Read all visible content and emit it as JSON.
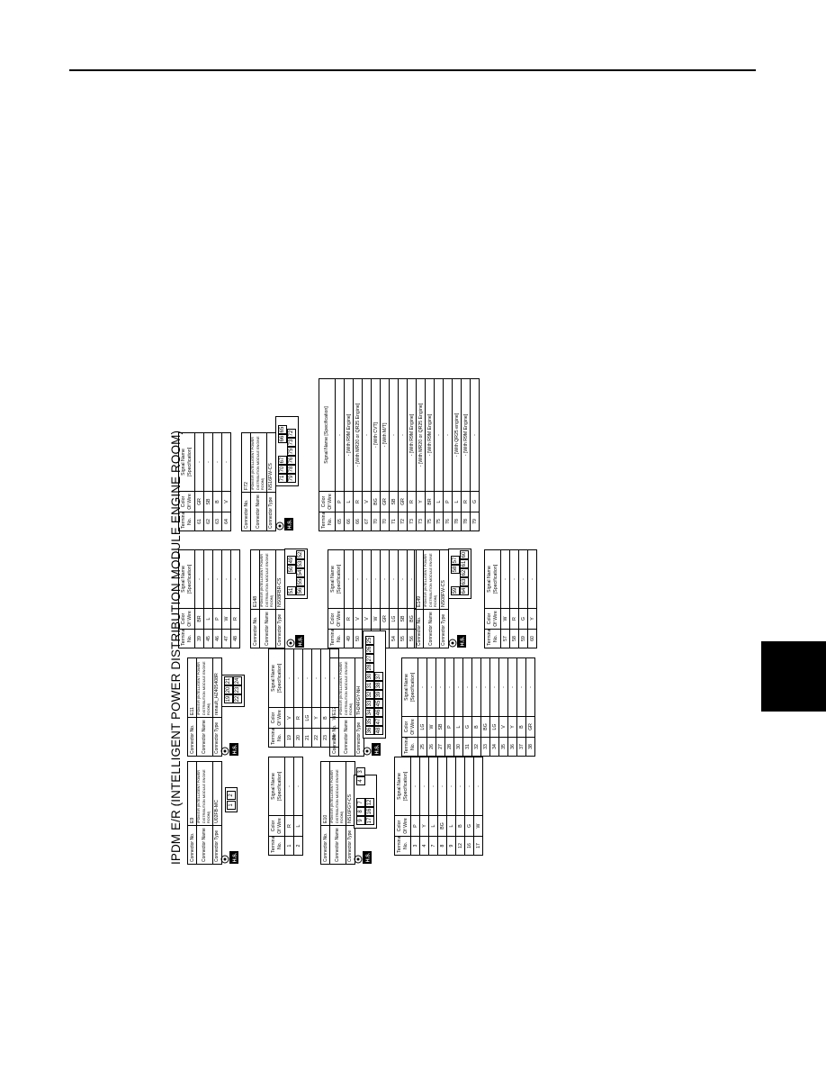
{
  "page": {
    "title": "IPDM E/R (INTELLIGENT POWER DISTRIBUTION MODULE ENGINE ROOM)"
  },
  "labels": {
    "connector_no": "Connector No.",
    "connector_name": "Connector Name",
    "connector_type": "Connector Type",
    "terminal_no": "Terminal No.",
    "color_of_wire": "Color Of Wire",
    "signal_name": "Signal Name [Specification]",
    "hs_badge": "H.S."
  },
  "connectors": {
    "e9": {
      "no": "E9",
      "name": "IPDM E/R (INTELLIGENT POWER DISTRIBUTION MODULE ENGINE ROOM)",
      "type": "U02FB-MC",
      "rows": [
        {
          "t": "1",
          "c": "R",
          "s": "-"
        },
        {
          "t": "2",
          "c": "L",
          "s": "-"
        }
      ]
    },
    "e10": {
      "no": "E10",
      "name": "IPDM E/R (INTELLIGENT POWER DISTRIBUTION MODULE ENGINE ROOM)",
      "type": "NS16FGY-CS",
      "rows": [
        {
          "t": "3",
          "c": "P",
          "s": "-"
        },
        {
          "t": "4",
          "c": "Y",
          "s": "-"
        },
        {
          "t": "7",
          "c": "L",
          "s": "-"
        },
        {
          "t": "8",
          "c": "BG",
          "s": "-"
        },
        {
          "t": "9",
          "c": "L",
          "s": "-"
        },
        {
          "t": "12",
          "c": "B",
          "s": "-"
        },
        {
          "t": "16",
          "c": "G",
          "s": "-"
        },
        {
          "t": "17",
          "c": "W",
          "s": "-"
        }
      ]
    },
    "e11": {
      "no": "E11",
      "name": "IPDM E/R (INTELLIGENT POWER DISTRIBUTION MODULE ENGINE ROOM)",
      "type": "renault_HZ405408R",
      "rows": [
        {
          "t": "19",
          "c": "V",
          "s": "-"
        },
        {
          "t": "20",
          "c": "R",
          "s": "-"
        },
        {
          "t": "21",
          "c": "LG",
          "s": "-"
        },
        {
          "t": "22",
          "c": "Y",
          "s": "-"
        },
        {
          "t": "23",
          "c": "B",
          "s": "-"
        },
        {
          "t": "24",
          "c": "W",
          "s": "-"
        }
      ]
    },
    "e12": {
      "no": "E12",
      "name": "IPDM E/R (INTELLIGENT POWER DISTRIBUTION MODULE ENGINE ROOM)",
      "type": "TH24FGY-NH",
      "rows": [
        {
          "t": "25",
          "c": "LG",
          "s": "-"
        },
        {
          "t": "26",
          "c": "W",
          "s": "-"
        },
        {
          "t": "27",
          "c": "SB",
          "s": "-"
        },
        {
          "t": "28",
          "c": "P",
          "s": "-"
        },
        {
          "t": "30",
          "c": "L",
          "s": "-"
        },
        {
          "t": "31",
          "c": "G",
          "s": "-"
        },
        {
          "t": "32",
          "c": "B",
          "s": "-"
        },
        {
          "t": "33",
          "c": "BG",
          "s": "-"
        },
        {
          "t": "34",
          "c": "LG",
          "s": "-"
        },
        {
          "t": "35",
          "c": "V",
          "s": "-"
        },
        {
          "t": "36",
          "c": "Y",
          "s": "-"
        },
        {
          "t": "37",
          "c": "B",
          "s": "-"
        },
        {
          "t": "38",
          "c": "GR",
          "s": "-"
        }
      ],
      "rows_cont": [
        {
          "t": "39",
          "c": "BR",
          "s": "-"
        },
        {
          "t": "45",
          "c": "L",
          "s": "-"
        },
        {
          "t": "46",
          "c": "P",
          "s": "-"
        },
        {
          "t": "47",
          "c": "W",
          "s": "-"
        },
        {
          "t": "48",
          "c": "R",
          "s": "-"
        }
      ]
    },
    "e148": {
      "no": "E148",
      "name": "IPDM E/R (INTELLIGENT POWER DISTRIBUTION MODULE ENGINE ROOM)",
      "type": "NS08FBR-CS",
      "rows": [
        {
          "t": "49",
          "c": "R",
          "s": "-"
        },
        {
          "t": "50",
          "c": "V",
          "s": "-"
        },
        {
          "t": "51",
          "c": "V",
          "s": "-"
        },
        {
          "t": "52",
          "c": "W",
          "s": "-"
        },
        {
          "t": "53",
          "c": "GR",
          "s": "-"
        },
        {
          "t": "54",
          "c": "LG",
          "s": "-"
        },
        {
          "t": "55",
          "c": "SB",
          "s": "-"
        },
        {
          "t": "56",
          "c": "BG",
          "s": "-"
        }
      ]
    },
    "e149": {
      "no": "E149",
      "name": "IPDM E/R (INTELLIGENT POWER DISTRIBUTION MODULE ENGINE ROOM)",
      "type": "NS08FW-CS",
      "rows": [
        {
          "t": "57",
          "c": "W",
          "s": "-"
        },
        {
          "t": "58",
          "c": "R",
          "s": "-"
        },
        {
          "t": "59",
          "c": "G",
          "s": "-"
        },
        {
          "t": "60",
          "c": "Y",
          "s": "-"
        }
      ],
      "rows_cont": [
        {
          "t": "61",
          "c": "GR",
          "s": "-"
        },
        {
          "t": "62",
          "c": "SB",
          "s": "-"
        },
        {
          "t": "63",
          "c": "B",
          "s": "-"
        },
        {
          "t": "64",
          "c": "V",
          "s": "-"
        }
      ]
    },
    "f72": {
      "no": "F72",
      "name": "IPDM E/R (INTELLIGENT POWER DISTRIBUTION MODULE ENGINE ROOM)",
      "type": "NS16FW-CS",
      "rows": [
        {
          "t": "65",
          "c": "P",
          "s": "-"
        },
        {
          "t": "66",
          "c": "L",
          "s": "- [With R9M Engine]"
        },
        {
          "t": "66",
          "c": "R",
          "s": "- [With MR20 or QR25 Engine]"
        },
        {
          "t": "67",
          "c": "V",
          "s": "-"
        },
        {
          "t": "70",
          "c": "BG",
          "s": "- [With CVT]"
        },
        {
          "t": "70",
          "c": "GR",
          "s": "- [With M/T]"
        },
        {
          "t": "71",
          "c": "SB",
          "s": "-"
        },
        {
          "t": "72",
          "c": "GR",
          "s": "-"
        },
        {
          "t": "73",
          "c": "R",
          "s": "- [With R9M Engine]"
        },
        {
          "t": "73",
          "c": "Y",
          "s": "- [With MR20 or QR25 Engine]"
        },
        {
          "t": "75",
          "c": "BR",
          "s": "- [With R9M Engine]"
        },
        {
          "t": "75",
          "c": "L",
          "s": "-"
        },
        {
          "t": "76",
          "c": "P",
          "s": "-"
        },
        {
          "t": "78",
          "c": "L",
          "s": "- [With QR25 engine]"
        },
        {
          "t": "78",
          "c": "R",
          "s": "- [With R9M Engine]"
        },
        {
          "t": "79",
          "c": "G",
          "s": "-"
        }
      ]
    }
  },
  "faces": {
    "e9": [
      "1",
      "2"
    ],
    "e10_top": [
      "9",
      "8",
      "7",
      "4",
      "3"
    ],
    "e10_bot": [
      "17",
      "16",
      "12"
    ],
    "e11_top": [
      "19",
      "20",
      "21"
    ],
    "e11_bot": [
      "22",
      "23",
      "24"
    ],
    "e12_top": [
      "36",
      "35",
      "34",
      "33",
      "32",
      "31",
      "30",
      "28",
      "27",
      "26",
      "25"
    ],
    "e12_bot": [
      "48",
      "47",
      "46",
      "45",
      "39",
      "38",
      "37"
    ],
    "e148_top": [
      "51",
      "50",
      "49"
    ],
    "e148_bot": [
      "56",
      "55",
      "54",
      "53",
      "52"
    ],
    "e149_top": [
      "59",
      "58",
      "57"
    ],
    "e149_bot": [
      "64",
      "63",
      "62",
      "61",
      "60"
    ],
    "f72_top": [
      "71",
      "70",
      "67",
      "66",
      "65"
    ],
    "f72_bot": [
      "79",
      "78",
      "76",
      "75",
      "73",
      "72"
    ]
  }
}
